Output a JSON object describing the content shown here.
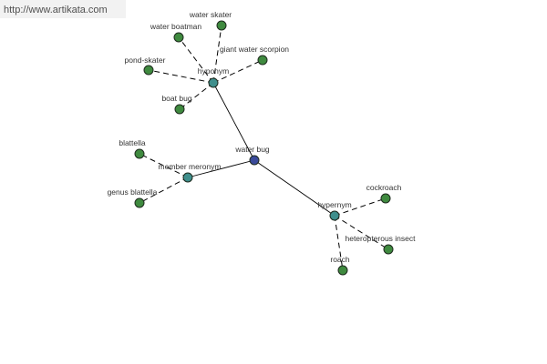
{
  "watermark": "http://www.artikata.com",
  "colors": {
    "root": "#3a4a9a",
    "relation": "#3f8f8c",
    "leaf": "#3f8a3f"
  },
  "graph": {
    "root": {
      "label": "water bug"
    },
    "relations": [
      {
        "id": "hyponym",
        "label": "hyponym"
      },
      {
        "id": "member_meronym",
        "label": "member meronym"
      },
      {
        "id": "hypernym",
        "label": "hypernym"
      }
    ],
    "leaves": [
      {
        "label": "water skater",
        "relation": "hyponym"
      },
      {
        "label": "water boatman",
        "relation": "hyponym"
      },
      {
        "label": "giant water scorpion",
        "relation": "hyponym"
      },
      {
        "label": "pond-skater",
        "relation": "hyponym"
      },
      {
        "label": "boat bug",
        "relation": "hyponym"
      },
      {
        "label": "blattella",
        "relation": "member_meronym"
      },
      {
        "label": "genus blattella",
        "relation": "member_meronym"
      },
      {
        "label": "cockroach",
        "relation": "hypernym"
      },
      {
        "label": "heteropterous insect",
        "relation": "hypernym"
      },
      {
        "label": "roach",
        "relation": "hypernym"
      }
    ]
  }
}
